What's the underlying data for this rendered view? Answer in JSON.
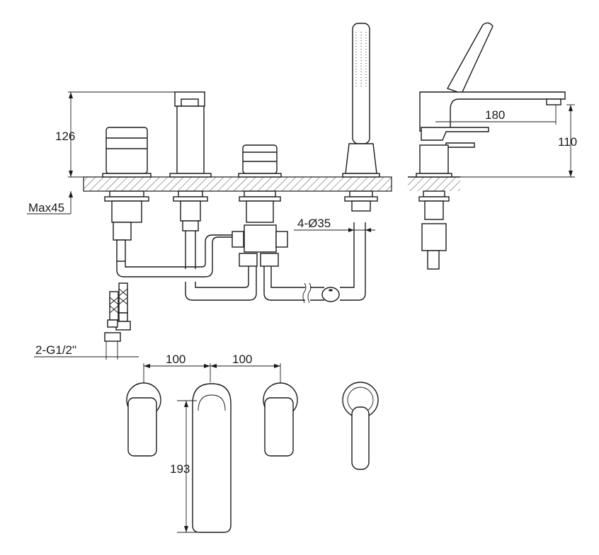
{
  "drawing": {
    "dimensions": {
      "height_spout": "126",
      "max_deck_thickness": "Max45",
      "hole_diameter": "4-Ø35",
      "spout_reach": "180",
      "side_height": "110",
      "inlet_thread": "2-G1/2\"",
      "spacing_left": "100",
      "spacing_right": "100",
      "spout_length": "193"
    },
    "colors": {
      "line": "#1a1a1a",
      "background": "#ffffff"
    }
  }
}
